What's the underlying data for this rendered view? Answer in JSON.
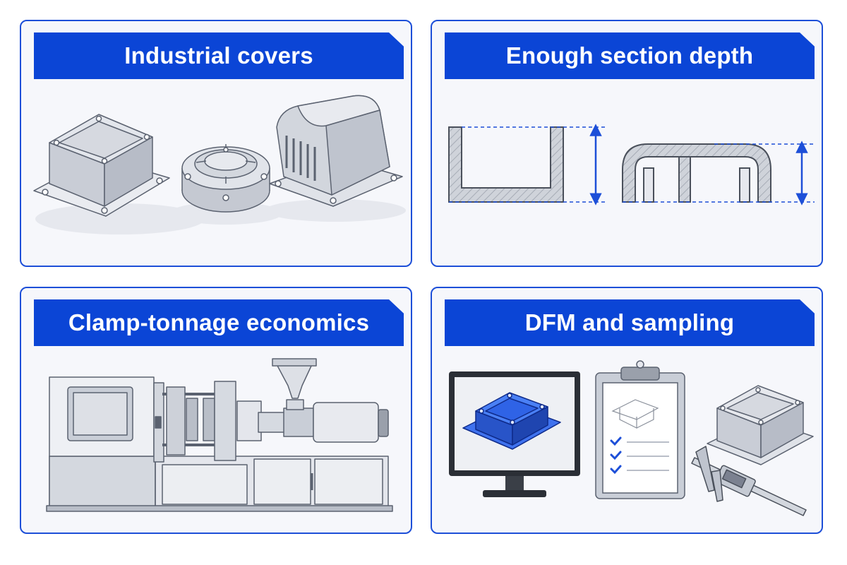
{
  "panels": [
    {
      "title": "Industrial covers"
    },
    {
      "title": "Enough section depth"
    },
    {
      "title": "Clamp-tonnage economics"
    },
    {
      "title": "DFM and sampling"
    }
  ],
  "colors": {
    "accent": "#0b45d6",
    "border": "#1d4fd8",
    "panel_bg": "#f6f7fb",
    "part_gray": "#d6d9e0",
    "outline": "#5b6270",
    "cad_blue": "#2f63e6"
  },
  "icons": [
    "square-enclosure-icon",
    "round-cover-icon",
    "vented-housing-icon",
    "u-channel-section-icon",
    "rib-section-icon",
    "depth-arrow-icon",
    "injection-molding-machine-icon",
    "cad-monitor-icon",
    "clipboard-checklist-icon",
    "check-icon",
    "sample-part-icon",
    "caliper-icon"
  ]
}
